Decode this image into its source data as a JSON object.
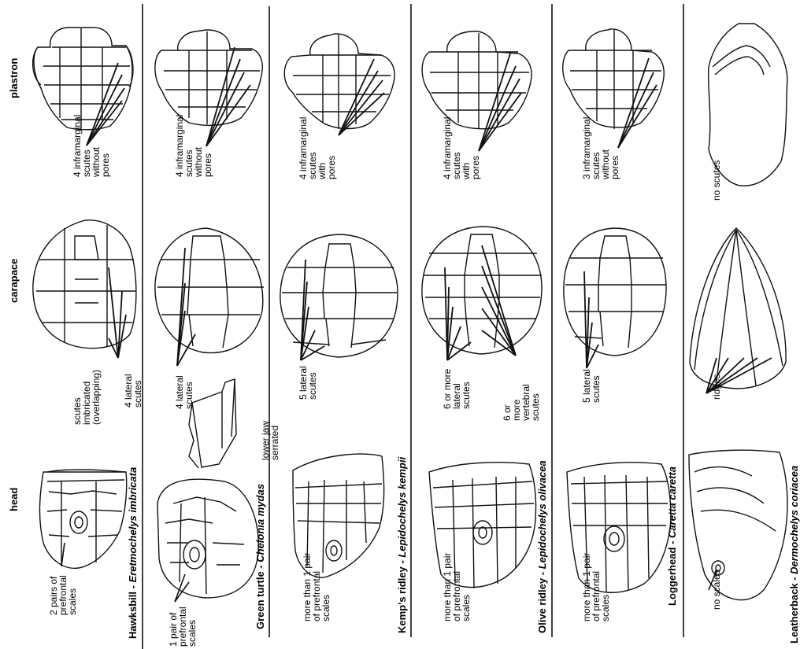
{
  "headers": {
    "plastron": "plastron",
    "carapace": "carapace",
    "head": "head"
  },
  "species": [
    {
      "common": "Hawksbill",
      "scientific": "Eretmochelys imbricata",
      "plastron_note": [
        "4 inframarginal",
        "scutes",
        "without",
        "pores"
      ],
      "carapace_note": [
        "scutes",
        "imbricated",
        "(overlapping)"
      ],
      "carapace_note2": [
        "4 lateral",
        "scutes"
      ],
      "head_note": [
        "2 pairs of",
        "prefrontal",
        "scales"
      ]
    },
    {
      "common": "Green turtle",
      "scientific": "Chelonia mydas",
      "plastron_note": [
        "4 inframarginal",
        "scutes",
        "without",
        "pores"
      ],
      "carapace_note": [
        "4 lateral",
        "scutes"
      ],
      "jaw_note": [
        "lower jaw",
        "serrated"
      ],
      "head_note": [
        "1 pair of",
        "prefrontal",
        "scales"
      ]
    },
    {
      "common": "Kemp's ridley",
      "scientific": "Lepidochelys kempii",
      "plastron_note": [
        "4 inframarginal",
        "scutes",
        "with",
        "pores"
      ],
      "carapace_note": [
        "5 lateral",
        "scutes"
      ],
      "head_note": [
        "more than 1 pair",
        "of prefrontal",
        "scales"
      ]
    },
    {
      "common": "Olive ridley",
      "scientific": "Lepidochelys olivacea",
      "plastron_note": [
        "4 inframarginal",
        "scutes",
        "with",
        "pores"
      ],
      "carapace_note": [
        "6 or more",
        "lateral",
        "scutes"
      ],
      "carapace_note2": [
        "6 or",
        "more",
        "vertebral",
        "scutes"
      ],
      "head_note": [
        "more than 1 pair",
        "of prefrontal",
        "scales"
      ]
    },
    {
      "common": "Loggerhead",
      "scientific": "Caretta caretta",
      "plastron_note": [
        "3 inframarginal",
        "scutes",
        "without",
        "pores"
      ],
      "carapace_note": [
        "5 lateral",
        "scutes"
      ],
      "head_note": [
        "more than 1 pair",
        "of prefrontal",
        "scales"
      ]
    },
    {
      "common": "Leatherback",
      "scientific": "Dermochelys coriacea",
      "plastron_note": [
        "no scutes"
      ],
      "carapace_note": [
        "ridges"
      ],
      "head_note": [
        "no scales"
      ]
    }
  ]
}
